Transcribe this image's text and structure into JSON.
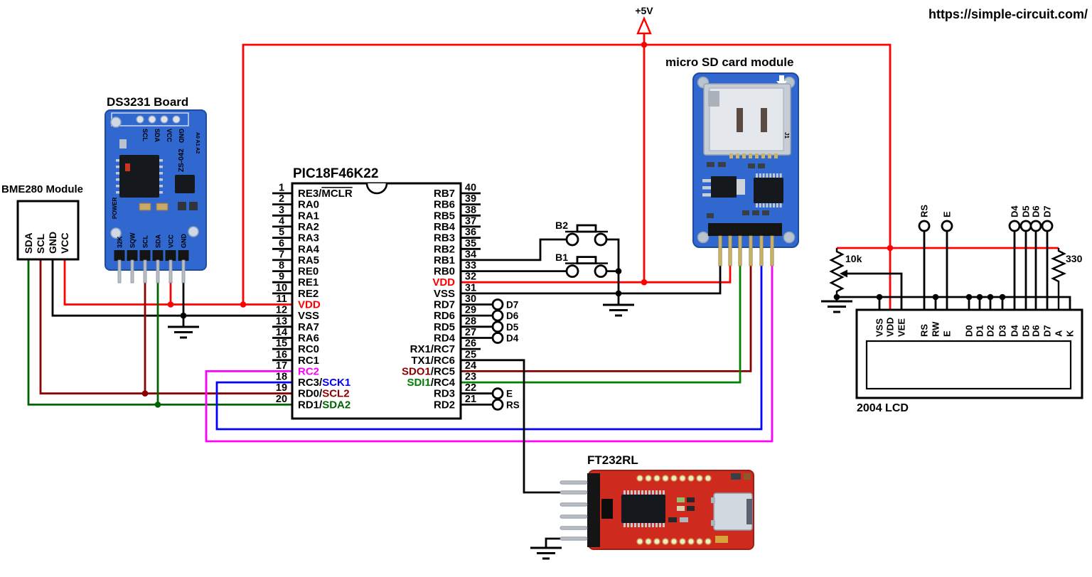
{
  "url_text": "https://simple-circuit.com/",
  "power_rail": {
    "label": "+5V"
  },
  "colors": {
    "black": "#000000",
    "red": "#FF0000",
    "darkred": "#8B0000",
    "green": "#008000",
    "darkgreen": "#006400",
    "blue": "#0000FF",
    "magenta": "#FF00FF",
    "board_blue": "#3068CF",
    "board_blue_dark": "#1D4C9E",
    "board_red": "#CE2B1E",
    "board_red_dark": "#9E1F16",
    "chip_black": "#15181C",
    "pin_silver": "#C3C9D1",
    "pin_gold": "#C9B26A",
    "pad_silver": "#CDD5DF"
  },
  "mcu": {
    "title": "PIC18F46K22",
    "left_pins": [
      {
        "num": "1",
        "parts": [
          {
            "t": "RE3/"
          },
          {
            "t": "MCLR",
            "overline": true
          }
        ]
      },
      {
        "num": "2",
        "parts": [
          {
            "t": "RA0"
          }
        ]
      },
      {
        "num": "3",
        "parts": [
          {
            "t": "RA1"
          }
        ]
      },
      {
        "num": "4",
        "parts": [
          {
            "t": "RA2"
          }
        ]
      },
      {
        "num": "5",
        "parts": [
          {
            "t": "RA3"
          }
        ]
      },
      {
        "num": "6",
        "parts": [
          {
            "t": "RA4"
          }
        ]
      },
      {
        "num": "7",
        "parts": [
          {
            "t": "RA5"
          }
        ]
      },
      {
        "num": "8",
        "parts": [
          {
            "t": "RE0"
          }
        ]
      },
      {
        "num": "9",
        "parts": [
          {
            "t": "RE1"
          }
        ]
      },
      {
        "num": "10",
        "parts": [
          {
            "t": "RE2"
          }
        ]
      },
      {
        "num": "11",
        "num_color": "red",
        "wired": true,
        "parts": [
          {
            "t": "VDD",
            "color": "red"
          }
        ]
      },
      {
        "num": "12",
        "wired": true,
        "parts": [
          {
            "t": "VSS"
          }
        ]
      },
      {
        "num": "13",
        "parts": [
          {
            "t": "RA7"
          }
        ]
      },
      {
        "num": "14",
        "parts": [
          {
            "t": "RA6"
          }
        ]
      },
      {
        "num": "15",
        "parts": [
          {
            "t": "RC0"
          }
        ]
      },
      {
        "num": "16",
        "parts": [
          {
            "t": "RC1"
          }
        ]
      },
      {
        "num": "17",
        "num_color": "magenta",
        "wired": true,
        "parts": [
          {
            "t": "RC2",
            "color": "magenta"
          }
        ]
      },
      {
        "num": "18",
        "num_color": "blue",
        "wired": true,
        "parts": [
          {
            "t": "RC3/"
          },
          {
            "t": "SCK1",
            "color": "blue"
          }
        ]
      },
      {
        "num": "19",
        "num_color": "darkred",
        "wired": true,
        "parts": [
          {
            "t": "RD0/"
          },
          {
            "t": "SCL2",
            "color": "darkred"
          }
        ]
      },
      {
        "num": "20",
        "num_color": "darkgreen",
        "wired": true,
        "parts": [
          {
            "t": "RD1/"
          },
          {
            "t": "SDA2",
            "color": "darkgreen"
          }
        ]
      }
    ],
    "right_pins": [
      {
        "num": "40",
        "parts": [
          {
            "t": "RB7"
          }
        ]
      },
      {
        "num": "39",
        "parts": [
          {
            "t": "RB6"
          }
        ]
      },
      {
        "num": "38",
        "parts": [
          {
            "t": "RB5"
          }
        ]
      },
      {
        "num": "37",
        "parts": [
          {
            "t": "RB4"
          }
        ]
      },
      {
        "num": "36",
        "parts": [
          {
            "t": "RB3"
          }
        ]
      },
      {
        "num": "35",
        "parts": [
          {
            "t": "RB2"
          }
        ]
      },
      {
        "num": "34",
        "wired": true,
        "parts": [
          {
            "t": "RB1"
          }
        ]
      },
      {
        "num": "33",
        "wired": true,
        "parts": [
          {
            "t": "RB0"
          }
        ]
      },
      {
        "num": "32",
        "num_color": "red",
        "wired": true,
        "parts": [
          {
            "t": "VDD",
            "color": "red"
          }
        ]
      },
      {
        "num": "31",
        "wired": true,
        "parts": [
          {
            "t": "VSS"
          }
        ]
      },
      {
        "num": "30",
        "wired": true,
        "circle": "D7",
        "parts": [
          {
            "t": "RD7"
          }
        ]
      },
      {
        "num": "29",
        "wired": true,
        "circle": "D6",
        "parts": [
          {
            "t": "RD6"
          }
        ]
      },
      {
        "num": "28",
        "wired": true,
        "circle": "D5",
        "parts": [
          {
            "t": "RD5"
          }
        ]
      },
      {
        "num": "27",
        "wired": true,
        "circle": "D4",
        "parts": [
          {
            "t": "RD4"
          }
        ]
      },
      {
        "num": "26",
        "parts": [
          {
            "t": "RX1/RC7"
          }
        ]
      },
      {
        "num": "25",
        "wired": true,
        "parts": [
          {
            "t": "TX1/RC6"
          }
        ]
      },
      {
        "num": "24",
        "num_color": "darkred",
        "wired": true,
        "parts": [
          {
            "t": "SDO1",
            "color": "darkred"
          },
          {
            "t": "/RC5"
          }
        ]
      },
      {
        "num": "23",
        "num_color": "green",
        "wired": true,
        "parts": [
          {
            "t": "SDI1",
            "color": "green"
          },
          {
            "t": "/RC4"
          }
        ]
      },
      {
        "num": "22",
        "wired": true,
        "circle": "E",
        "parts": [
          {
            "t": "RD3"
          }
        ]
      },
      {
        "num": "21",
        "wired": true,
        "circle": "RS",
        "parts": [
          {
            "t": "RD2"
          }
        ]
      }
    ]
  },
  "bme280": {
    "title": "BME280 Module",
    "pins": [
      {
        "label": "SDA",
        "color": "darkgreen"
      },
      {
        "label": "SCL",
        "color": "darkred"
      },
      {
        "label": "GND",
        "color": "black"
      },
      {
        "label": "VCC",
        "color": "red"
      }
    ]
  },
  "ds3231": {
    "title": "DS3231 Board",
    "top_pin_labels": [
      "SCL",
      "SDA",
      "VCC",
      "GND"
    ],
    "addr_label": "A0 A1 A2",
    "model_label": "ZS-042",
    "power_label": "POWER",
    "bottom_pin_labels": [
      "32K",
      "SQW",
      "SCL",
      "SDA",
      "VCC",
      "GND"
    ]
  },
  "sd_module": {
    "title": "micro SD card module",
    "socket_label": "J1"
  },
  "ft232": {
    "title": "FT232RL"
  },
  "buttons": {
    "b2": "B2",
    "b1": "B1"
  },
  "lcd": {
    "title": "2004 LCD",
    "pot_label": "10k",
    "resistor_label": "330",
    "pins": [
      "VSS",
      "VDD",
      "VEE",
      "RS",
      "RW",
      "E",
      "D0",
      "D1",
      "D2",
      "D3",
      "D4",
      "D5",
      "D6",
      "D7",
      "A",
      "K"
    ],
    "header_signals": [
      "RS",
      "E",
      "D4",
      "D5",
      "D6",
      "D7"
    ]
  }
}
